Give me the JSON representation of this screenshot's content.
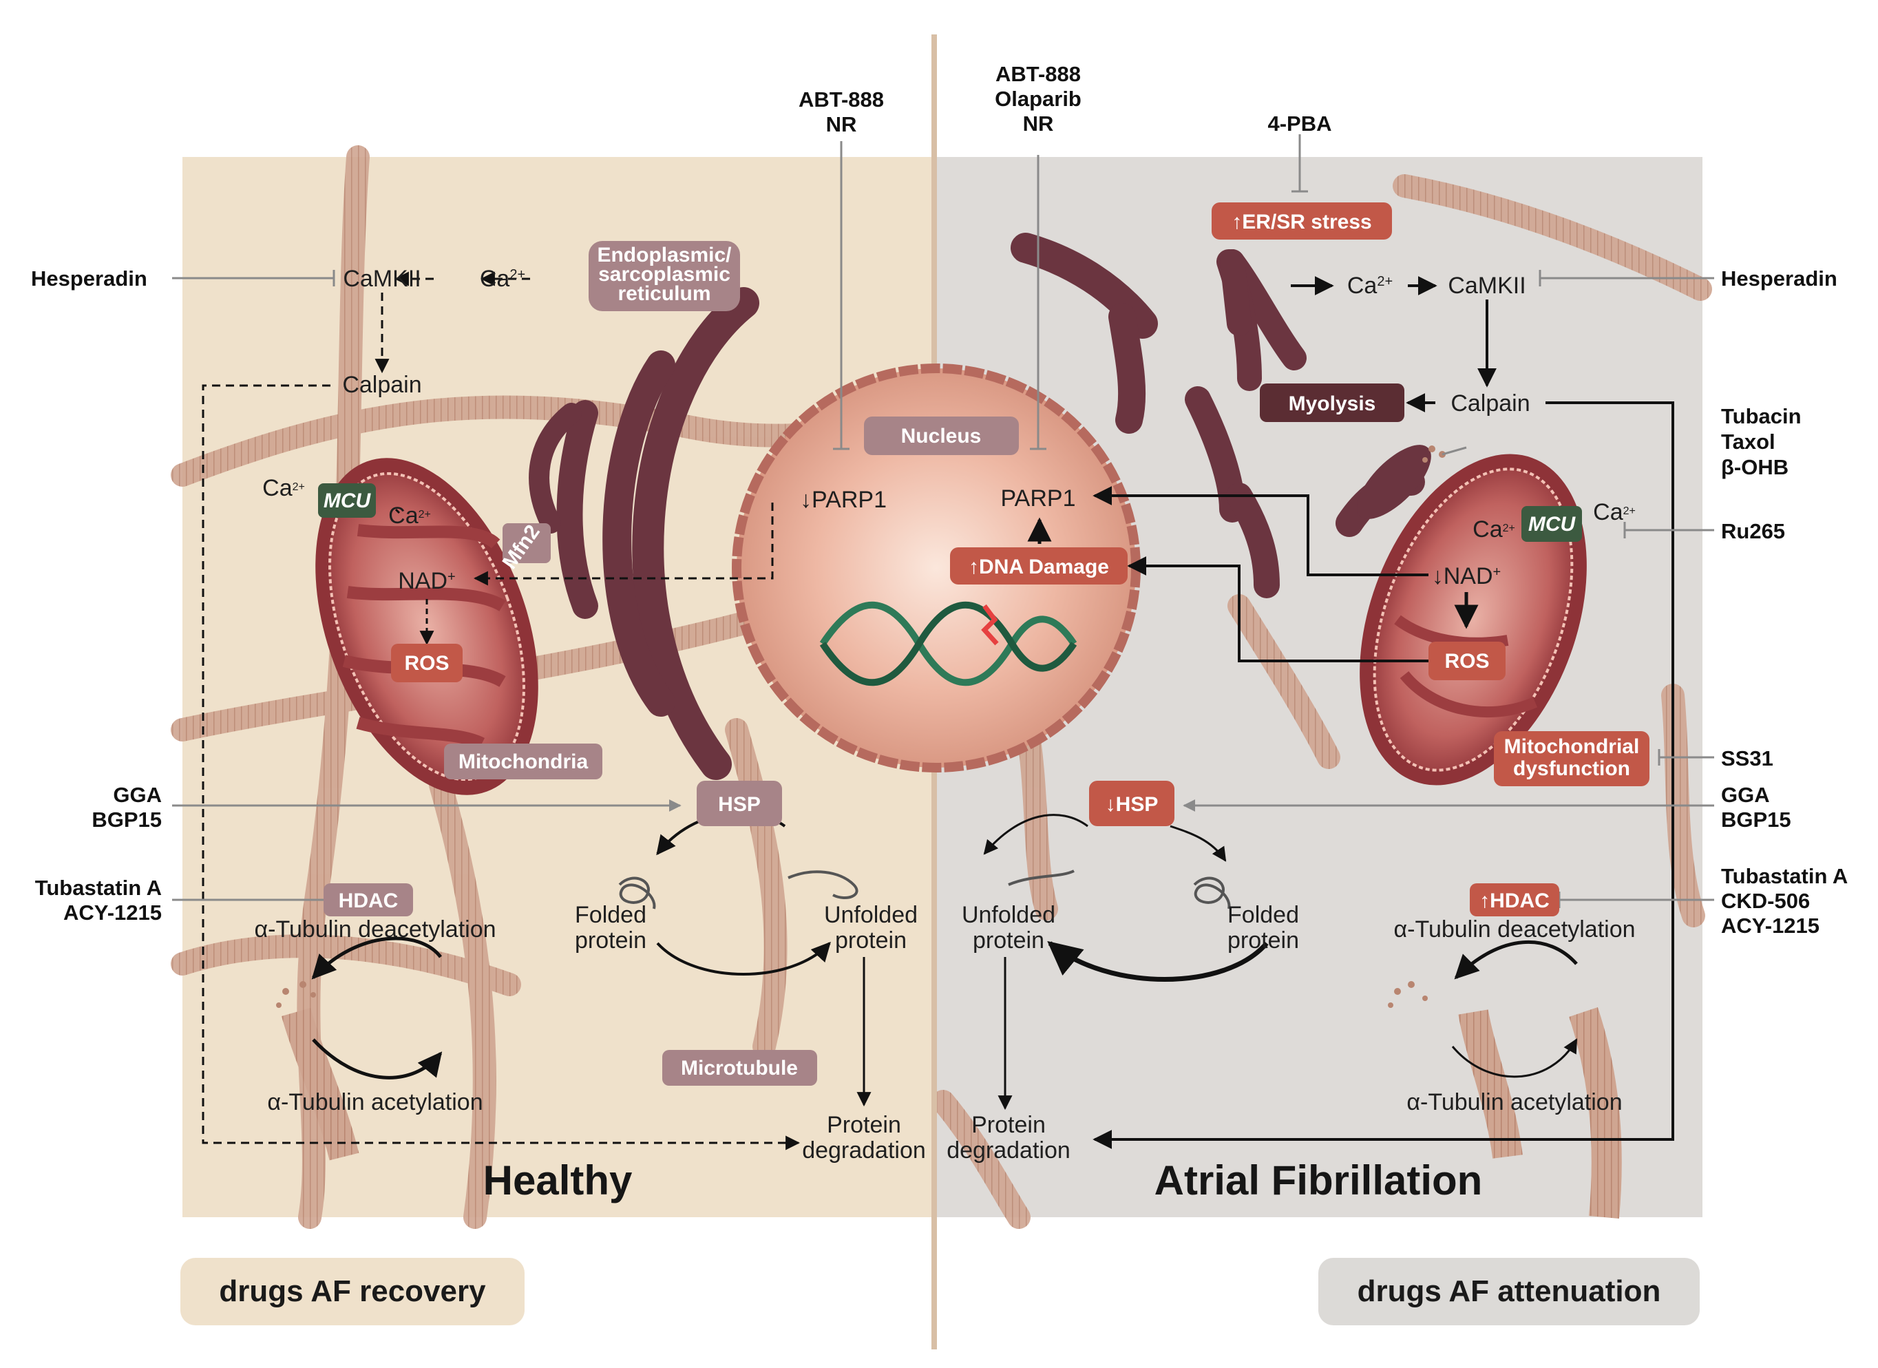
{
  "panels": {
    "healthy": {
      "title": "Healthy"
    },
    "af": {
      "title": "Atrial Fibrillation"
    }
  },
  "legend": {
    "recovery": "drugs AF recovery",
    "attenuation": "drugs AF attenuation"
  },
  "drugs": {
    "hesperadin_left": "Hesperadin",
    "hesperadin_right": "Hesperadin",
    "abt_nr": [
      "ABT-888",
      "NR"
    ],
    "abt_olaparib_nr": [
      "ABT-888",
      "Olaparib",
      "NR"
    ],
    "pba": "4-PBA",
    "tubacin_group": [
      "Tubacin",
      "Taxol",
      "β-OHB"
    ],
    "ru265": "Ru265",
    "ss31": "SS31",
    "gga_left": [
      "GGA",
      "BGP15"
    ],
    "gga_right": [
      "GGA",
      "BGP15"
    ],
    "tubastatin_left": [
      "Tubastatin A",
      "ACY-1215"
    ],
    "tubastatin_right": [
      "Tubastatin A",
      "CKD-506",
      "ACY-1215"
    ]
  },
  "healthy": {
    "camkii": "CaMKII",
    "ca": "Ca",
    "er_label": [
      "Endoplasmic/",
      "sarcoplasmic",
      "reticulum"
    ],
    "calpain": "Calpain",
    "mcu": "MCU",
    "ca_outer": "Ca",
    "ca_inner": "Ca",
    "mfn2": "Mfn2",
    "nad": "NAD",
    "ros": "ROS",
    "mitochondria": "Mitochondria",
    "nucleus": "Nucleus",
    "parp1": "PARP1",
    "hsp": "HSP",
    "hdac": "HDAC",
    "tub_deacetylation": "α-Tubulin deacetylation",
    "tub_acetylation": "α-Tubulin acetylation",
    "folded": [
      "Folded",
      "protein"
    ],
    "unfolded": [
      "Unfolded",
      "protein"
    ],
    "microtubule": "Microtubule",
    "degradation": [
      "Protein",
      "degradation"
    ]
  },
  "af": {
    "parp1": "PARP1",
    "dna_damage": "DNA Damage",
    "er_stress": "ER/SR stress",
    "ca": "Ca",
    "camkii": "CaMKII",
    "myolysis": "Myolysis",
    "calpain": "Calpain",
    "mcu": "MCU",
    "ca_outer": "Ca",
    "ca_inner": "Ca",
    "nad": "NAD",
    "ros": "ROS",
    "mito_dysfunction": [
      "Mitochondrial",
      "dysfunction"
    ],
    "hsp": "HSP",
    "hdac": "HDAC",
    "tub_deacetylation": "α-Tubulin deacetylation",
    "tub_acetylation": "α-Tubulin acetylation",
    "unfolded": [
      "Unfolded",
      "protein"
    ],
    "folded": [
      "Folded",
      "protein"
    ],
    "degradation": [
      "Protein",
      "degradation"
    ]
  },
  "superscripts": {
    "ca": "2+",
    "nad": "+"
  },
  "arrows": {
    "down": "↓",
    "up": "↑"
  },
  "colors": {
    "healthy_bg": "#efe1cb",
    "af_bg": "#dedbd8",
    "mauve_box": "#a78488",
    "red_box": "#c25848",
    "dark_box": "#5b2d33",
    "mcu_box": "#3c5a40",
    "er_shape": "#6b3540",
    "nucleus": "#e6a896",
    "mito": "#a8454a",
    "microtubule": "#c89a86"
  }
}
